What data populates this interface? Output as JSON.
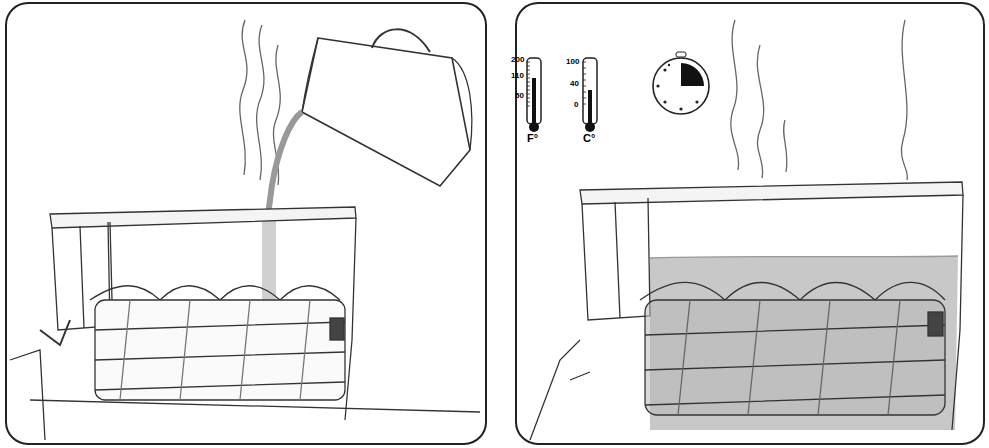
{
  "diagram": {
    "labels": [
      "200",
      "110",
      "50",
      "F°",
      "100",
      "40",
      "0",
      "C°"
    ]
  }
}
